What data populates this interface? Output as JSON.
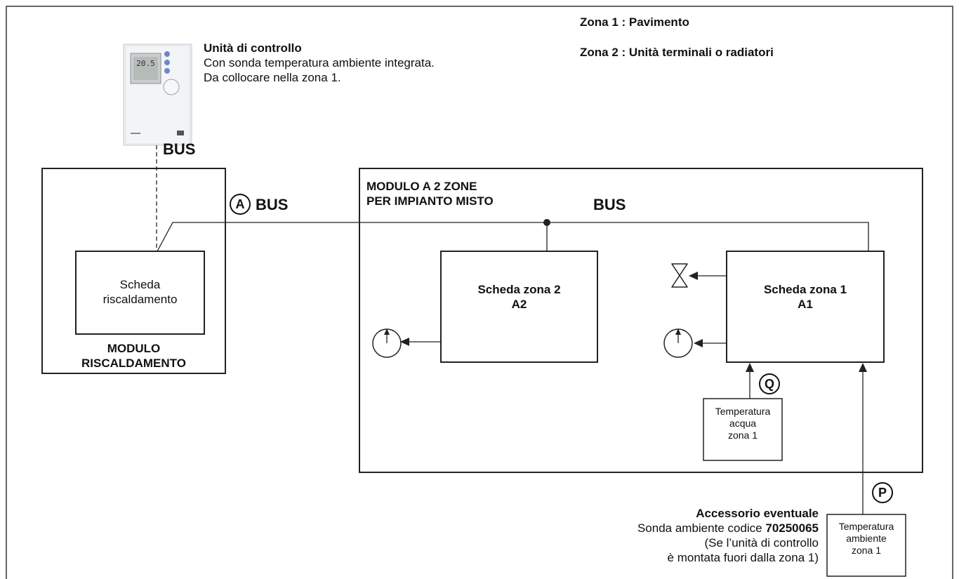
{
  "zones": {
    "zone1": "Zona 1 : Pavimento",
    "zone2": "Zona 2 : Unità terminali o radiatori"
  },
  "control_unit": {
    "title": "Unità di controllo",
    "line1": "Con sonda temperatura ambiente integrata.",
    "line2": "Da collocare nella zona 1.",
    "display_text": "20.5",
    "bus_label": "BUS"
  },
  "heating_module": {
    "card_line1": "Scheda",
    "card_line2": "riscaldamento",
    "title_line1": "MODULO",
    "title_line2": "RISCALDAMENTO"
  },
  "bus_a": {
    "marker": "A",
    "label": "BUS"
  },
  "zone_module": {
    "title_line1": "MODULO A 2 ZONE",
    "title_line2": "PER IMPIANTO MISTO",
    "bus_label": "BUS",
    "card2_line1": "Scheda zona 2",
    "card2_line2": "A2",
    "card1_line1": "Scheda zona 1",
    "card1_line2": "A1",
    "marker_q": "Q",
    "water_sensor": [
      "Temperatura",
      "acqua",
      "zona 1"
    ]
  },
  "accessory": {
    "marker_p": "P",
    "title": "Accessorio eventuale",
    "line1_prefix": "Sonda ambiente codice ",
    "line1_code": "70250065",
    "line2": "(Se l’unità di controllo",
    "line3": "è montata fuori dalla zona 1)",
    "sensor": [
      "Temperatura",
      "ambiente",
      "zona 1"
    ]
  }
}
